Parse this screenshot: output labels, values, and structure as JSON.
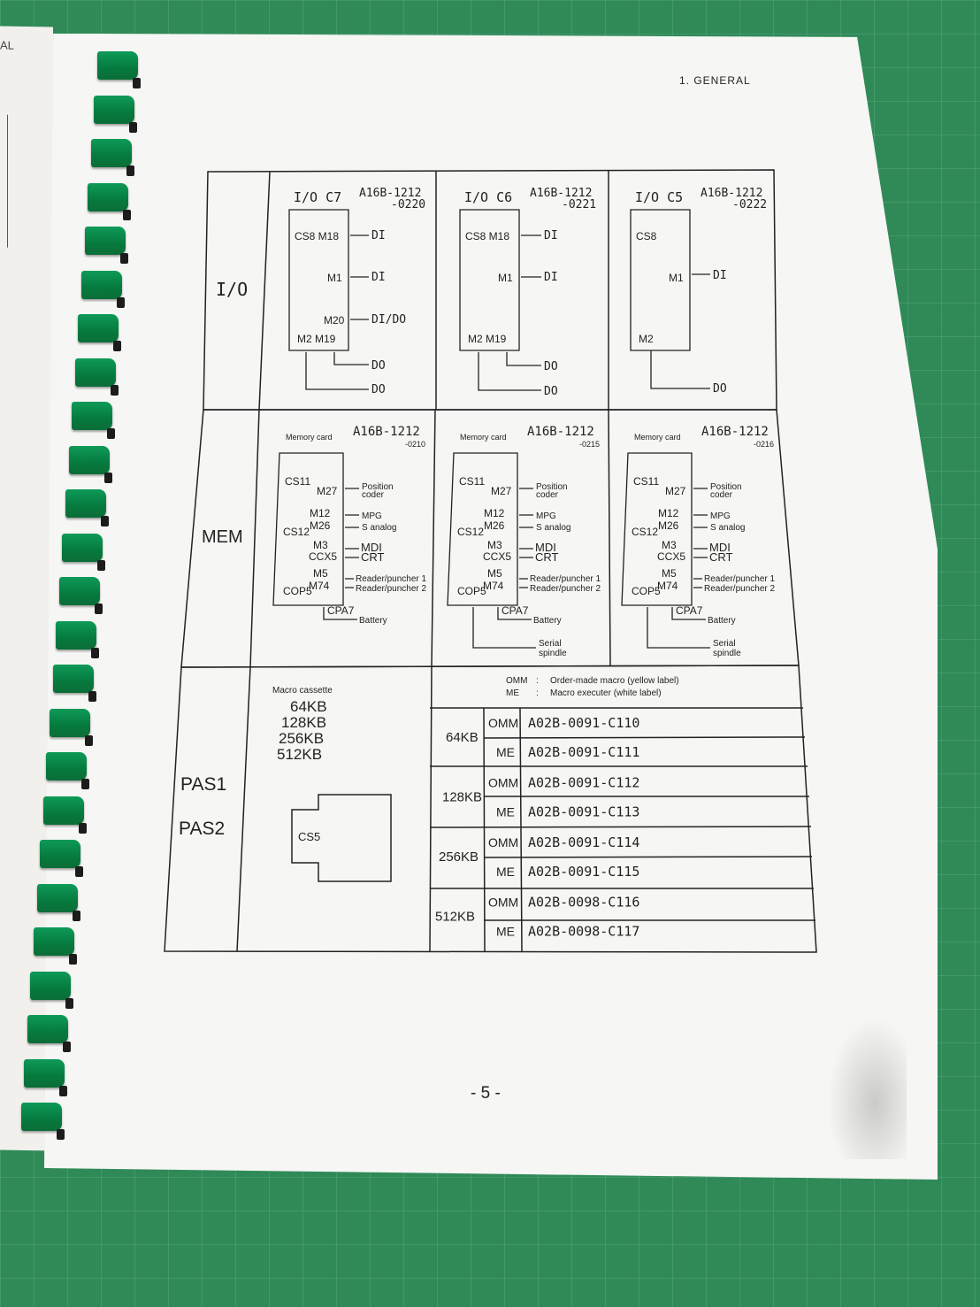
{
  "left_page_text": "AL",
  "header": "1.   GENERAL",
  "page_number": "- 5 -",
  "rows": {
    "io": {
      "label": "I/O",
      "cards": [
        {
          "title": "I/O  C7",
          "part": "A16B-1212",
          "suffix": "-0220",
          "top_conn": "CS8  M18",
          "labels": [
            "DI",
            "DI",
            "DI/DO",
            "DO",
            "DO"
          ],
          "mid": "M1",
          "m20": "M20",
          "bottom": "M2  M19"
        },
        {
          "title": "I/O  C6",
          "part": "A16B-1212",
          "suffix": "-0221",
          "top_conn": "CS8  M18",
          "labels": [
            "DI",
            "DI",
            "DO",
            "DO"
          ],
          "mid": "M1",
          "bottom": "M2  M19"
        },
        {
          "title": "I/O  C5",
          "part": "A16B-1212",
          "suffix": "-0222",
          "top_conn": "CS8",
          "labels": [
            "DI",
            "DO"
          ],
          "mid": "M1",
          "bottom": "M2"
        }
      ]
    },
    "mem": {
      "label": "MEM",
      "cards": [
        {
          "title": "Memory card",
          "part": "A16B-1212",
          "suffix": "-0210",
          "extra": [
            "Battery"
          ]
        },
        {
          "title": "Memory card",
          "part": "A16B-1212",
          "suffix": "-0215",
          "extra": [
            "Battery",
            "Serial",
            "spindle"
          ]
        },
        {
          "title": "Memory card",
          "part": "A16B-1212",
          "suffix": "-0216",
          "extra": [
            "Battery",
            "Serial",
            "spindle"
          ]
        }
      ],
      "connectors": {
        "cs11": "CS11",
        "m27": "M27",
        "position": "Position",
        "coder": "coder",
        "m12": "M12",
        "mpg": "MPG",
        "m26": "M26",
        "s_analog": "S analog",
        "cs12": "CS12",
        "m3": "M3",
        "mdi": "MDI",
        "ccx5": "CCX5",
        "crt": "CRT",
        "m5": "M5",
        "m74": "M74",
        "rp1": "Reader/puncher 1",
        "rp2": "Reader/puncher 2",
        "cop5": "COP5",
        "cpa7": "CPA7"
      }
    },
    "pas": {
      "label1": "PAS1",
      "label2": "PAS2",
      "macro_title": "Macro cassette",
      "sizes_list": [
        "64KB",
        "128KB",
        "256KB",
        "512KB"
      ],
      "cassette_label": "CS5",
      "legend": [
        {
          "code": "OMM",
          "sep": ":",
          "desc": "Order-made macro (yellow label)"
        },
        {
          "code": "ME",
          "sep": ":",
          "desc": "Macro executer (white label)"
        }
      ],
      "table": [
        {
          "size": "64KB",
          "rows": [
            {
              "type": "OMM",
              "part": "A02B-0091-C110"
            },
            {
              "type": "ME",
              "part": "A02B-0091-C111"
            }
          ]
        },
        {
          "size": "128KB",
          "rows": [
            {
              "type": "OMM",
              "part": "A02B-0091-C112"
            },
            {
              "type": "ME",
              "part": "A02B-0091-C113"
            }
          ]
        },
        {
          "size": "256KB",
          "rows": [
            {
              "type": "OMM",
              "part": "A02B-0091-C114"
            },
            {
              "type": "ME",
              "part": "A02B-0091-C115"
            }
          ]
        },
        {
          "size": "512KB",
          "rows": [
            {
              "type": "OMM",
              "part": "A02B-0098-C116"
            },
            {
              "type": "ME",
              "part": "A02B-0098-C117"
            }
          ]
        }
      ]
    }
  }
}
